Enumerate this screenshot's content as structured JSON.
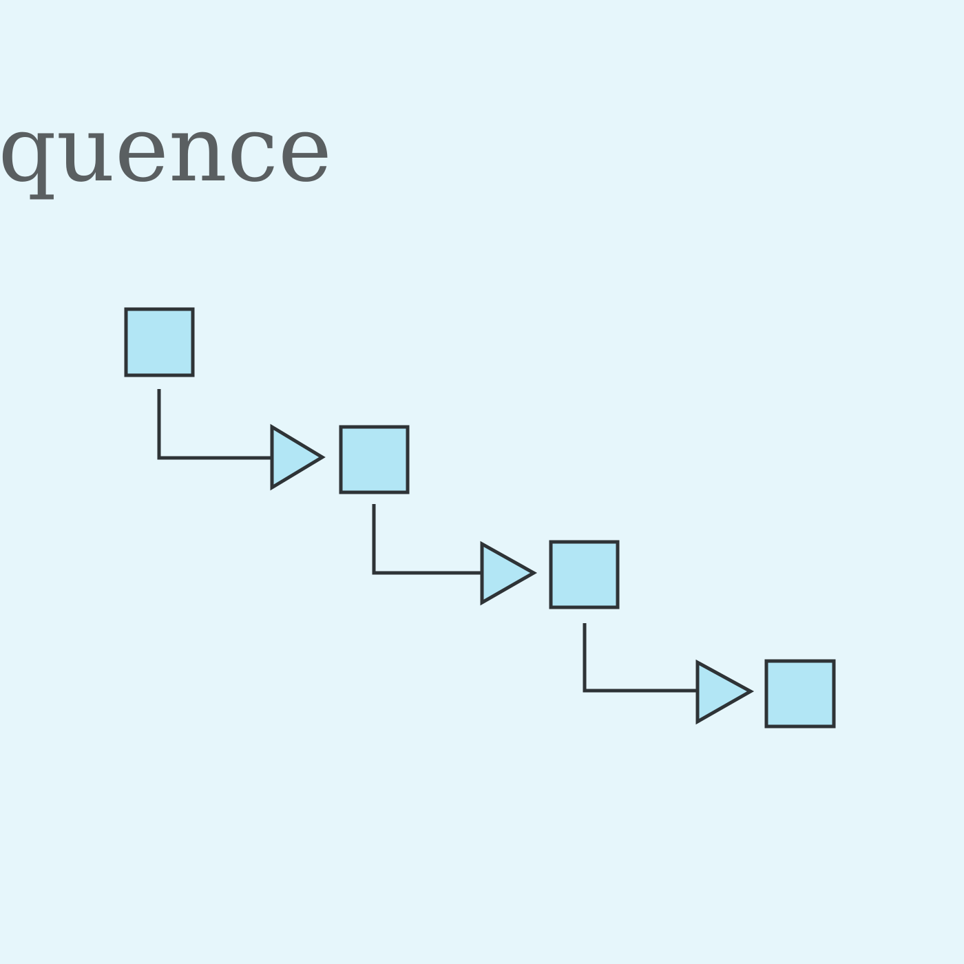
{
  "title": "Sequence",
  "diagram": {
    "type": "sequence-steps",
    "step_count": 4,
    "colors": {
      "background": "#e6f6fb",
      "node_fill": "#b2e6f5",
      "stroke": "#2e3336",
      "text": "#5a5f61"
    }
  }
}
